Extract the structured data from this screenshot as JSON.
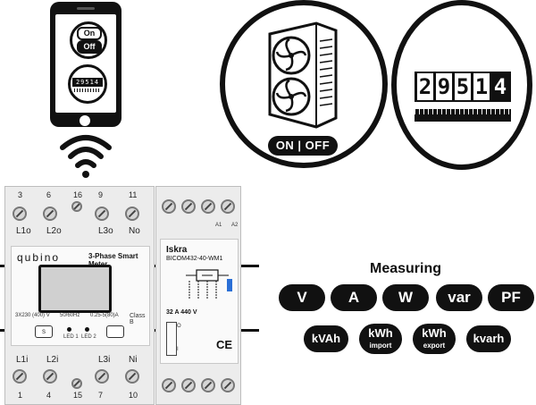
{
  "phone": {
    "on_label": "On",
    "off_label": "Off",
    "counter_value": "29514"
  },
  "switch_circle": {
    "onoff_label": "ON | OFF"
  },
  "counter_circle": {
    "digits": [
      "2",
      "9",
      "5",
      "1",
      "4"
    ]
  },
  "meter": {
    "top_terminals": [
      "3",
      "6",
      "16",
      "9",
      "11"
    ],
    "top_labels": [
      "L1o",
      "L2o",
      "L3o",
      "No"
    ],
    "bottom_terminals": [
      "1",
      "4",
      "15",
      "7",
      "10"
    ],
    "bottom_labels": [
      "L1i",
      "L2i",
      "L3i",
      "Ni"
    ],
    "brand": "qubino",
    "title": "3-Phase Smart Meter",
    "spec_voltage": "3X230 (400) V",
    "spec_freq": "50/60Hz",
    "spec_current": "0.25-5(80)A",
    "class_label": "Class B",
    "led1": "LED 1",
    "led2": "LED 2",
    "s_button": "S"
  },
  "module2": {
    "brand": "Iskra",
    "model": "BICOM432-40-WM1",
    "rating": "32 A 440 V",
    "a1": "A1",
    "a2": "A2",
    "switch_top": "O",
    "switch_bottom": "I",
    "ce_mark": "CE"
  },
  "measuring": {
    "title": "Measuring",
    "row1": [
      "V",
      "A",
      "W",
      "var",
      "PF"
    ],
    "row2": [
      {
        "main": "kVAh",
        "sub": ""
      },
      {
        "main": "kWh",
        "sub": "import"
      },
      {
        "main": "kWh",
        "sub": "export"
      },
      {
        "main": "kvarh",
        "sub": ""
      }
    ]
  },
  "colors": {
    "ink": "#111111",
    "device_grey": "#ececec",
    "switch_blue": "#2a6fd6"
  }
}
